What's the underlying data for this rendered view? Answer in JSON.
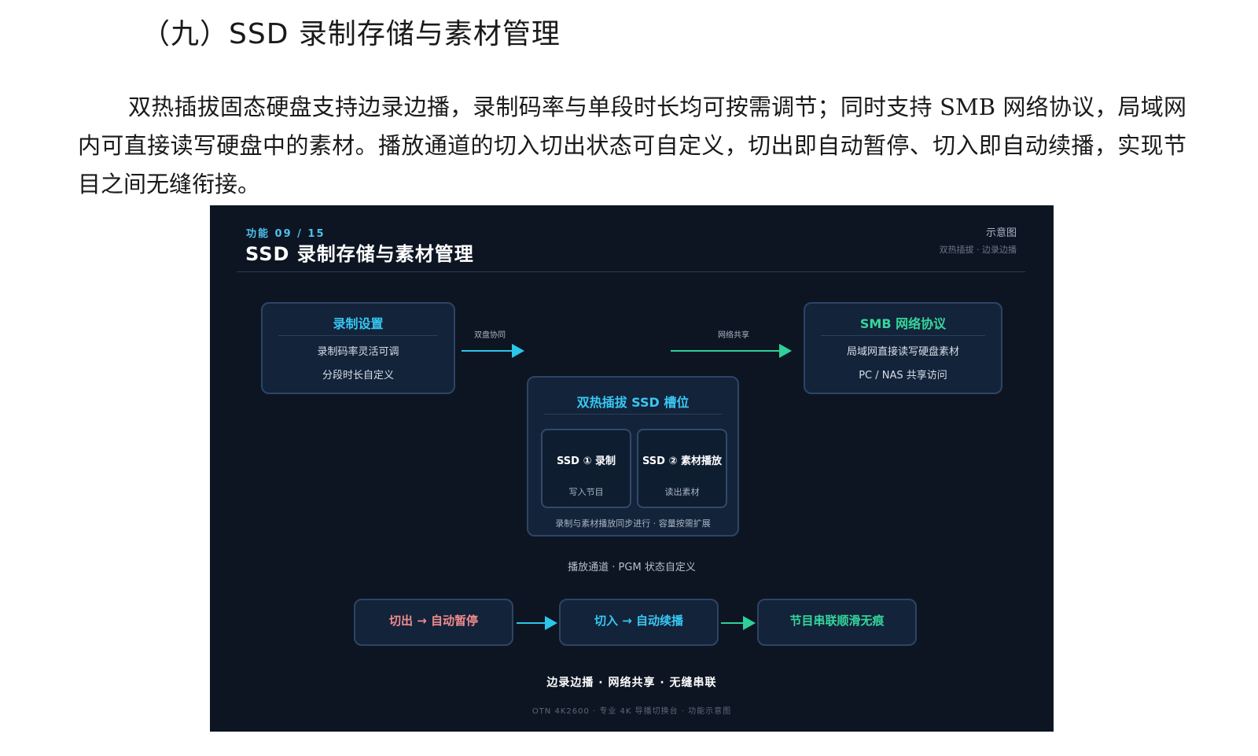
{
  "heading": "（九）SSD 录制存储与素材管理",
  "paragraph": "双热插拔固态硬盘支持边录边播，录制码率与单段时长均可按需调节；同时支持 SMB 网络协议，局域网内可直接读写硬盘中的素材。播放通道的切入切出状态可自定义，切出即自动暂停、切入即自动续播，实现节目之间无缝衔接。",
  "figure": {
    "kicker": "功能 09 / 15",
    "title": "SSD 录制存储与素材管理",
    "tag": "示意图",
    "tag_sub": "双热插拔 · 边录边播",
    "colors": {
      "background": "#0d1523",
      "cyan": "#38c7f2",
      "green": "#36d59b",
      "red": "#f08c8c"
    },
    "record_box": {
      "title": "录制设置",
      "line1": "录制码率灵活可调",
      "line2": "分段时长自定义"
    },
    "arrow_left_label": "双盘协同",
    "arrow_right_label": "网络共享",
    "smb_box": {
      "title": "SMB 网络协议",
      "line1": "局域网直接读写硬盘素材",
      "line2": "PC / NAS 共享访问"
    },
    "ssd_box": {
      "title": "双热插拔 SSD 槽位",
      "slot1": {
        "title": "SSD ① 录制",
        "sub": "写入节目"
      },
      "slot2": {
        "title": "SSD ② 素材播放",
        "sub": "读出素材"
      },
      "caption": "录制与素材播放同步进行 · 容量按需扩展"
    },
    "channel_label": "播放通道 · PGM 状态自定义",
    "steps": {
      "step1": "切出 → 自动暂停",
      "step2": "切入 → 自动续播",
      "step3": "节目串联顺滑无痕"
    },
    "summary": "边录边播 · 网络共享 · 无缝串联",
    "footer": "OTN 4K2600 · 专业 4K 导播切换台 · 功能示意图"
  }
}
